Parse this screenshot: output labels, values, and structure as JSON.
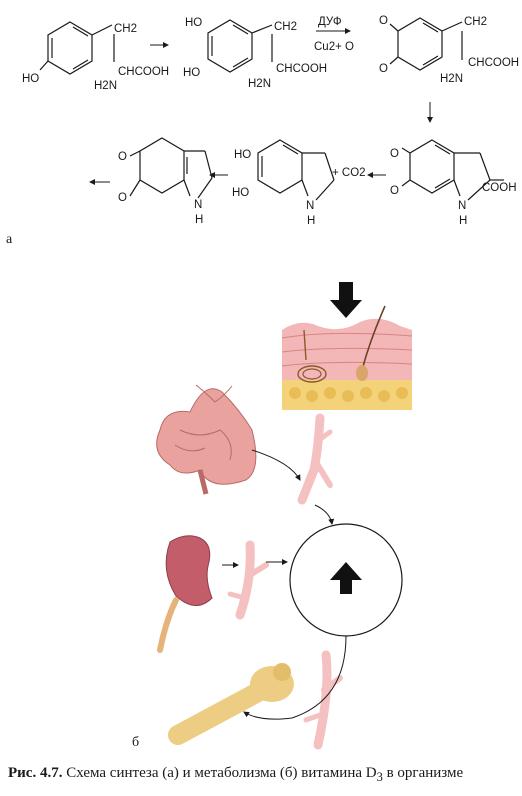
{
  "part_a": {
    "label": "а",
    "s1": {
      "ch2": "CH2",
      "acid": "CHCOOH",
      "amine": "H2N",
      "oh": "HO"
    },
    "s2": {
      "oh_top": "HO",
      "oh_bottom": "HO",
      "ch2": "CH2",
      "acid": "CHCOOH",
      "amine": "H2N"
    },
    "reagents": {
      "top": "ДУФ",
      "bottom": "Cu2+ O"
    },
    "s3": {
      "o1": "O",
      "o2": "O",
      "ch2": "CH2",
      "acid": "CHCOOH",
      "amine": "H2N"
    },
    "s4": {
      "o1": "O",
      "o2": "O",
      "acid": "COOH",
      "nh": "N",
      "h": "H"
    },
    "s5": {
      "oh_top": "HO",
      "oh_bottom": "HO",
      "co2": "+ CO2",
      "nh": "N",
      "h": "H"
    },
    "s6": {
      "o1": "O",
      "o2": "O",
      "nh": "N",
      "h": "H"
    }
  },
  "part_b": {
    "label": "б"
  },
  "caption": {
    "prefix": "Рис. 4.7.",
    "text": "Схема синтеза (а) и метаболизма (б) витамина D",
    "sub": "3",
    "suffix": "в организме"
  },
  "colors": {
    "skin": "#f2b7b6",
    "skin_dark": "#d98582",
    "fat": "#f3d27a",
    "gut": "#eaa29f",
    "kidney": "#c45d6a",
    "ureter": "#e6b47a",
    "bone": "#eccd83",
    "vessel": "#f4c1c0",
    "ink": "#1a1a1a"
  },
  "icons": [
    "down-arrow-icon",
    "up-arrow-icon"
  ]
}
